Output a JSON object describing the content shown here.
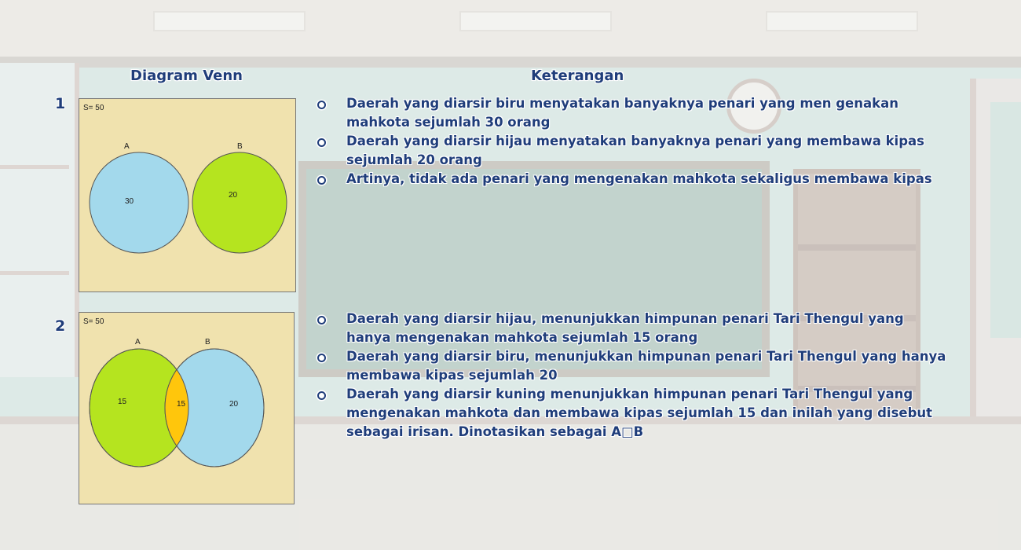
{
  "headings": {
    "diagram": "Diagram Venn",
    "description": "Keterangan"
  },
  "items": [
    {
      "number": "1",
      "venn": {
        "universe_label": "S= 50",
        "set_a_label": "A",
        "set_b_label": "B",
        "region_a_only": "30",
        "region_b_only": "20",
        "colors": {
          "a": "#a3d9ec",
          "b": "#b5e41f",
          "background": "#f0e2ae"
        }
      },
      "points": [
        "Daerah yang diarsir biru menyatakan banyaknya penari yang men  genakan mahkota sejumlah 30 orang",
        "Daerah yang diarsir hijau menyatakan banyaknya penari yang membawa kipas sejumlah 20 orang",
        "Artinya, tidak ada penari yang mengenakan mahkota sekaligus membawa kipas"
      ]
    },
    {
      "number": "2",
      "venn": {
        "universe_label": "S= 50",
        "set_a_label": "A",
        "set_b_label": "B",
        "region_a_only": "15",
        "region_intersection": "15",
        "region_b_only": "20",
        "colors": {
          "a": "#b5e41f",
          "b": "#a3d9ec",
          "intersection": "#ffc60c",
          "background": "#f0e2ae"
        }
      },
      "points": [
        "Daerah yang diarsir hijau, menunjukkan himpunan penari Tari Thengul yang hanya mengenakan mahkota sejumlah 15 orang",
        "Daerah yang diarsir biru, menunjukkan himpunan penari Tari Thengul yang hanya membawa kipas sejumlah 20",
        "Daerah yang diarsir kuning menunjukkan himpunan penari Tari Thengul yang mengenakan mahkota dan membawa kipas sejumlah 15 dan inilah yang disebut sebagai irisan. Dinotasikan sebagai A□B"
      ]
    }
  ]
}
